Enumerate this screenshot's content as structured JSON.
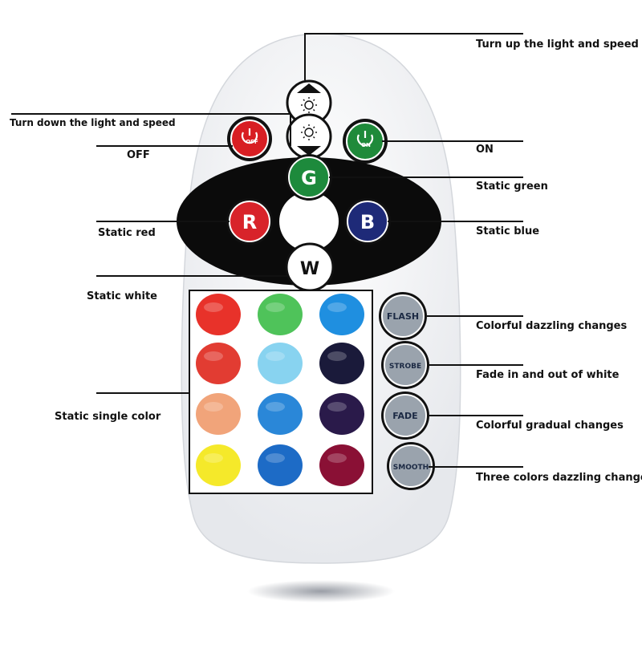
{
  "labels": {
    "up": "Turn up the light and speed",
    "down": "Turn down the light and speed",
    "off": "OFF",
    "on": "ON",
    "green": "Static green",
    "red": "Static red",
    "blue": "Static blue",
    "white": "Static white",
    "single": "Static single color",
    "flash": "Colorful dazzling changes",
    "strobe": "Fade in and out of white",
    "fade": "Colorful gradual changes",
    "smooth": "Three colors dazzling changes"
  },
  "remote": {
    "off_text": "OFF",
    "on_text": "ON",
    "g": "G",
    "r": "R",
    "b": "B",
    "w": "W",
    "mode_buttons": [
      "FLASH",
      "STROBE",
      "FADE",
      "SMOOTH"
    ],
    "color_grid": [
      [
        "#e8322a",
        "#4fc35a",
        "#1f8fe0"
      ],
      [
        "#e23c32",
        "#88d3f0",
        "#1a1a3a"
      ],
      [
        "#f1a47a",
        "#2a87d8",
        "#2a1a4a"
      ],
      [
        "#f5e92a",
        "#1d6bc6",
        "#8a1035"
      ]
    ]
  },
  "colors": {
    "off_red": "#d81e23",
    "on_green": "#1f8a3a",
    "g_green": "#1d8a3c",
    "r_red": "#d8232a",
    "b_blue": "#1e2a78",
    "mode_gray": "#9aa3ad"
  }
}
